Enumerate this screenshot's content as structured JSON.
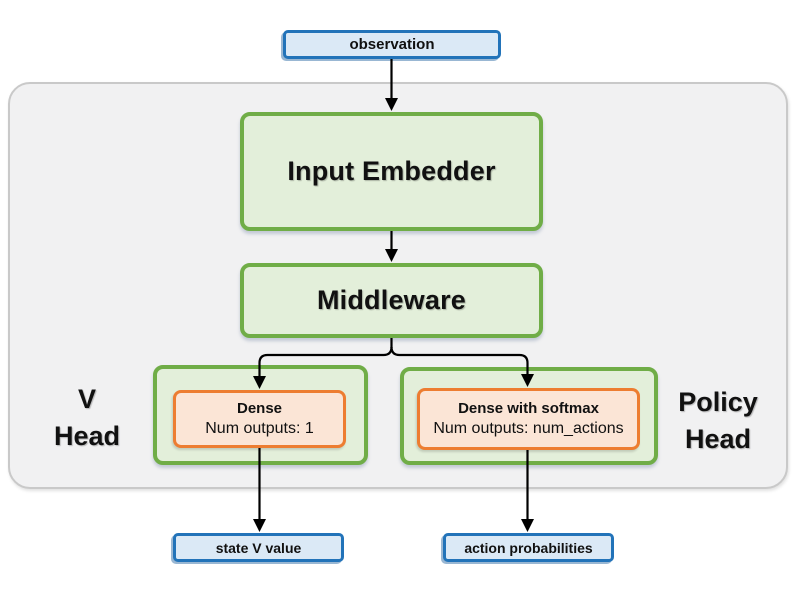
{
  "diagram": {
    "observation": "observation",
    "input_embedder": "Input Embedder",
    "middleware": "Middleware",
    "v_head": {
      "line1": "V",
      "line2": "Head",
      "dense_title": "Dense",
      "dense_subtitle": "Num outputs: 1"
    },
    "policy_head": {
      "line1": "Policy",
      "line2": "Head",
      "dense_title": "Dense with softmax",
      "dense_subtitle": "Num outputs: num_actions"
    },
    "outputs": {
      "state_v": "state V value",
      "action_probs": "action probabilities"
    }
  },
  "colors": {
    "blue_border": "#2273b9",
    "blue_fill": "#dbe9f6",
    "green_border": "#70ad47",
    "green_fill": "#e3efda",
    "orange_border": "#ed7d31",
    "orange_fill": "#fbe5d6",
    "container_fill": "#f1f1f2",
    "container_border": "#c9c9c9",
    "arrow": "#000000"
  }
}
